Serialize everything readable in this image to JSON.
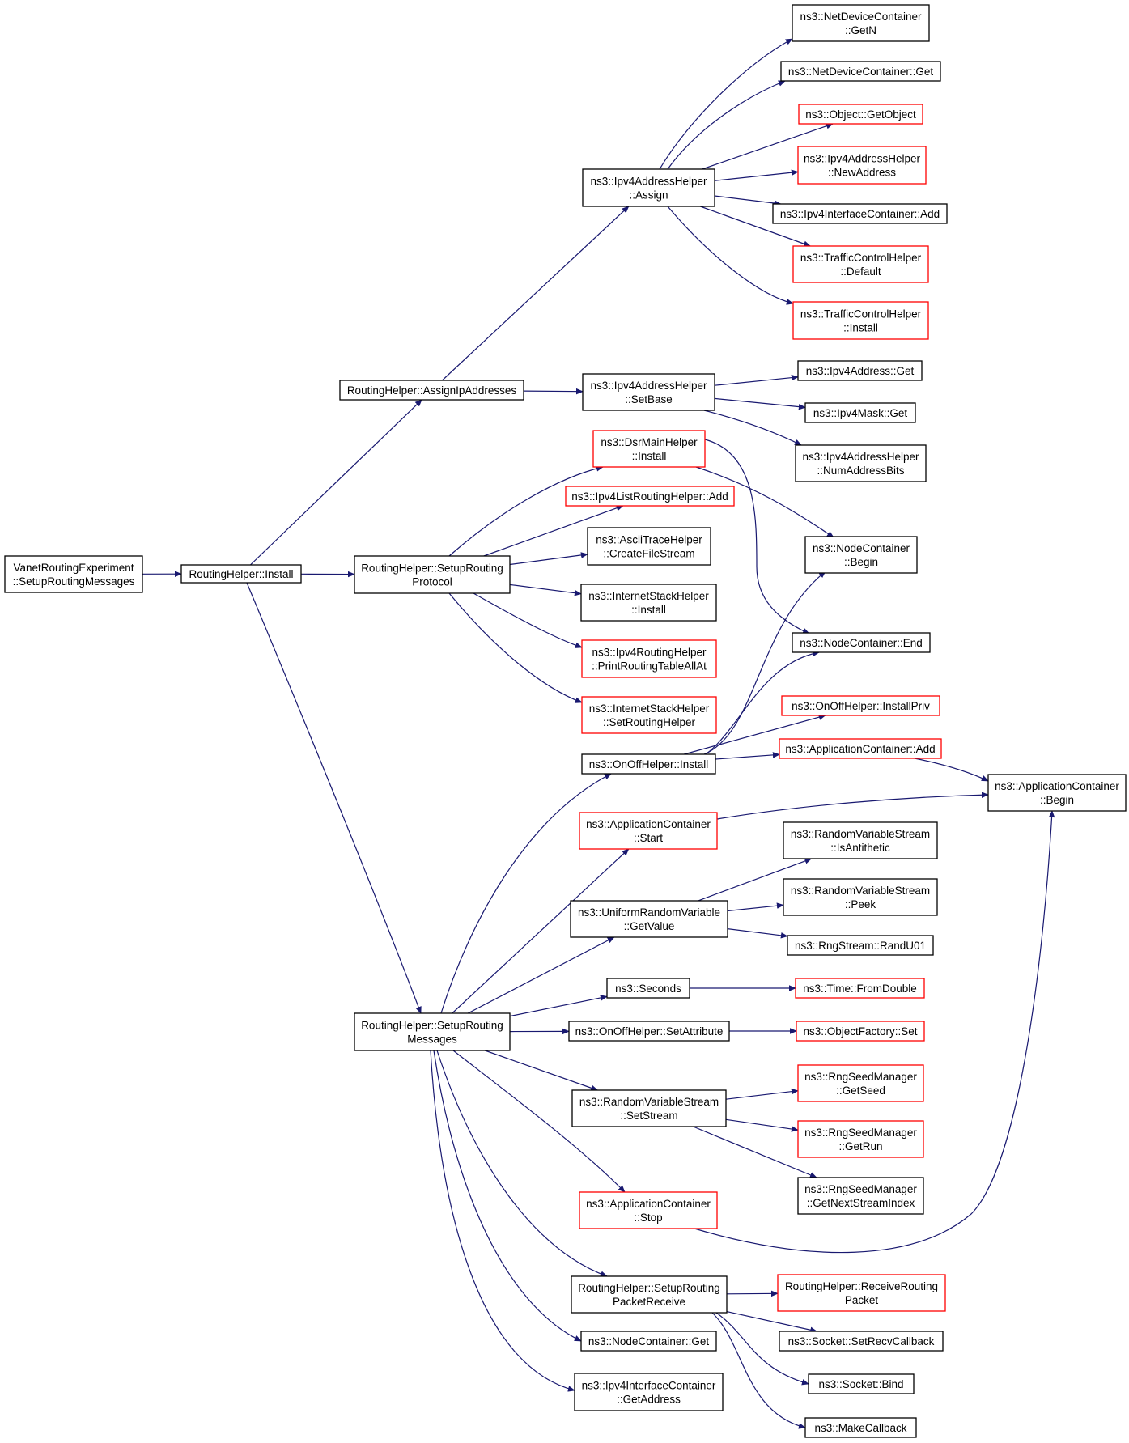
{
  "colors": {
    "edge": "#191970",
    "border_documented": "#000000",
    "border_undocumented": "#ff0000",
    "root_fill": "#bfbfbf",
    "background": "#ffffff"
  },
  "nodes": [
    {
      "id": "root",
      "lines": [
        "VanetRoutingExperiment",
        "::SetupRoutingMessages"
      ],
      "kind": "root"
    },
    {
      "id": "rh_install",
      "lines": [
        "RoutingHelper::Install"
      ],
      "kind": "documented"
    },
    {
      "id": "rh_assignip",
      "lines": [
        "RoutingHelper::AssignIpAddresses"
      ],
      "kind": "documented"
    },
    {
      "id": "rh_setup_proto",
      "lines": [
        "RoutingHelper::SetupRouting",
        "Protocol"
      ],
      "kind": "documented"
    },
    {
      "id": "rh_setup_msgs",
      "lines": [
        "RoutingHelper::SetupRouting",
        "Messages"
      ],
      "kind": "documented"
    },
    {
      "id": "ipv4ah_assign",
      "lines": [
        "ns3::Ipv4AddressHelper",
        "::Assign"
      ],
      "kind": "documented"
    },
    {
      "id": "ipv4ah_setbase",
      "lines": [
        "ns3::Ipv4AddressHelper",
        "::SetBase"
      ],
      "kind": "documented"
    },
    {
      "id": "ndc_getn",
      "lines": [
        "ns3::NetDeviceContainer",
        "::GetN"
      ],
      "kind": "documented"
    },
    {
      "id": "ndc_get",
      "lines": [
        "ns3::NetDeviceContainer::Get"
      ],
      "kind": "documented"
    },
    {
      "id": "obj_getobject",
      "lines": [
        "ns3::Object::GetObject"
      ],
      "kind": "undocumented"
    },
    {
      "id": "ipv4ah_newaddr",
      "lines": [
        "ns3::Ipv4AddressHelper",
        "::NewAddress"
      ],
      "kind": "undocumented"
    },
    {
      "id": "ipv4ic_add",
      "lines": [
        "ns3::Ipv4InterfaceContainer::Add"
      ],
      "kind": "documented"
    },
    {
      "id": "tch_default",
      "lines": [
        "ns3::TrafficControlHelper",
        "::Default"
      ],
      "kind": "undocumented"
    },
    {
      "id": "tch_install",
      "lines": [
        "ns3::TrafficControlHelper",
        "::Install"
      ],
      "kind": "undocumented"
    },
    {
      "id": "ipv4addr_get",
      "lines": [
        "ns3::Ipv4Address::Get"
      ],
      "kind": "documented"
    },
    {
      "id": "ipv4mask_get",
      "lines": [
        "ns3::Ipv4Mask::Get"
      ],
      "kind": "documented"
    },
    {
      "id": "ipv4ah_numbits",
      "lines": [
        "ns3::Ipv4AddressHelper",
        "::NumAddressBits"
      ],
      "kind": "documented"
    },
    {
      "id": "dsr_install",
      "lines": [
        "ns3::DsrMainHelper",
        "::Install"
      ],
      "kind": "undocumented"
    },
    {
      "id": "ipv4lrh_add",
      "lines": [
        "ns3::Ipv4ListRoutingHelper::Add"
      ],
      "kind": "undocumented"
    },
    {
      "id": "ascii_create",
      "lines": [
        "ns3::AsciiTraceHelper",
        "::CreateFileStream"
      ],
      "kind": "documented"
    },
    {
      "id": "ish_install",
      "lines": [
        "ns3::InternetStackHelper",
        "::Install"
      ],
      "kind": "documented"
    },
    {
      "id": "ipv4rh_print",
      "lines": [
        "ns3::Ipv4RoutingHelper",
        "::PrintRoutingTableAllAt"
      ],
      "kind": "undocumented"
    },
    {
      "id": "ish_setrh",
      "lines": [
        "ns3::InternetStackHelper",
        "::SetRoutingHelper"
      ],
      "kind": "undocumented"
    },
    {
      "id": "nc_begin",
      "lines": [
        "ns3::NodeContainer",
        "::Begin"
      ],
      "kind": "documented"
    },
    {
      "id": "nc_end",
      "lines": [
        "ns3::NodeContainer::End"
      ],
      "kind": "documented"
    },
    {
      "id": "onoff_installpriv",
      "lines": [
        "ns3::OnOffHelper::InstallPriv"
      ],
      "kind": "undocumented"
    },
    {
      "id": "onoff_install",
      "lines": [
        "ns3::OnOffHelper::Install"
      ],
      "kind": "documented"
    },
    {
      "id": "ac_add",
      "lines": [
        "ns3::ApplicationContainer::Add"
      ],
      "kind": "undocumented"
    },
    {
      "id": "ac_begin",
      "lines": [
        "ns3::ApplicationContainer",
        "::Begin"
      ],
      "kind": "documented"
    },
    {
      "id": "ac_start",
      "lines": [
        "ns3::ApplicationContainer",
        "::Start"
      ],
      "kind": "undocumented"
    },
    {
      "id": "rvs_isanti",
      "lines": [
        "ns3::RandomVariableStream",
        "::IsAntithetic"
      ],
      "kind": "documented"
    },
    {
      "id": "urv_getvalue",
      "lines": [
        "ns3::UniformRandomVariable",
        "::GetValue"
      ],
      "kind": "documented"
    },
    {
      "id": "rvs_peek",
      "lines": [
        "ns3::RandomVariableStream",
        "::Peek"
      ],
      "kind": "documented"
    },
    {
      "id": "rng_randu01",
      "lines": [
        "ns3::RngStream::RandU01"
      ],
      "kind": "documented"
    },
    {
      "id": "seconds",
      "lines": [
        "ns3::Seconds"
      ],
      "kind": "documented"
    },
    {
      "id": "time_fromdouble",
      "lines": [
        "ns3::Time::FromDouble"
      ],
      "kind": "undocumented"
    },
    {
      "id": "onoff_setattr",
      "lines": [
        "ns3::OnOffHelper::SetAttribute"
      ],
      "kind": "documented"
    },
    {
      "id": "of_set",
      "lines": [
        "ns3::ObjectFactory::Set"
      ],
      "kind": "undocumented"
    },
    {
      "id": "rvs_setstream",
      "lines": [
        "ns3::RandomVariableStream",
        "::SetStream"
      ],
      "kind": "documented"
    },
    {
      "id": "rsm_getseed",
      "lines": [
        "ns3::RngSeedManager",
        "::GetSeed"
      ],
      "kind": "undocumented"
    },
    {
      "id": "rsm_getrun",
      "lines": [
        "ns3::RngSeedManager",
        "::GetRun"
      ],
      "kind": "undocumented"
    },
    {
      "id": "rsm_nextstream",
      "lines": [
        "ns3::RngSeedManager",
        "::GetNextStreamIndex"
      ],
      "kind": "documented"
    },
    {
      "id": "ac_stop",
      "lines": [
        "ns3::ApplicationContainer",
        "::Stop"
      ],
      "kind": "undocumented"
    },
    {
      "id": "rh_setup_recv",
      "lines": [
        "RoutingHelper::SetupRouting",
        "PacketReceive"
      ],
      "kind": "documented"
    },
    {
      "id": "rh_receive",
      "lines": [
        "RoutingHelper::ReceiveRouting",
        "Packet"
      ],
      "kind": "undocumented"
    },
    {
      "id": "sock_setrecv",
      "lines": [
        "ns3::Socket::SetRecvCallback"
      ],
      "kind": "documented"
    },
    {
      "id": "sock_bind",
      "lines": [
        "ns3::Socket::Bind"
      ],
      "kind": "documented"
    },
    {
      "id": "makecallback",
      "lines": [
        "ns3::MakeCallback"
      ],
      "kind": "documented"
    },
    {
      "id": "nc_get",
      "lines": [
        "ns3::NodeContainer::Get"
      ],
      "kind": "documented"
    },
    {
      "id": "ipv4ic_getaddr",
      "lines": [
        "ns3::Ipv4InterfaceContainer",
        "::GetAddress"
      ],
      "kind": "documented"
    }
  ],
  "edges": [
    [
      "root",
      "rh_install"
    ],
    [
      "rh_install",
      "rh_assignip"
    ],
    [
      "rh_install",
      "rh_setup_proto"
    ],
    [
      "rh_install",
      "rh_setup_msgs"
    ],
    [
      "rh_assignip",
      "ipv4ah_assign"
    ],
    [
      "rh_assignip",
      "ipv4ah_setbase"
    ],
    [
      "ipv4ah_assign",
      "ndc_getn"
    ],
    [
      "ipv4ah_assign",
      "ndc_get"
    ],
    [
      "ipv4ah_assign",
      "obj_getobject"
    ],
    [
      "ipv4ah_assign",
      "ipv4ah_newaddr"
    ],
    [
      "ipv4ah_assign",
      "ipv4ic_add"
    ],
    [
      "ipv4ah_assign",
      "tch_default"
    ],
    [
      "ipv4ah_assign",
      "tch_install"
    ],
    [
      "ipv4ah_setbase",
      "ipv4addr_get"
    ],
    [
      "ipv4ah_setbase",
      "ipv4mask_get"
    ],
    [
      "ipv4ah_setbase",
      "ipv4ah_numbits"
    ],
    [
      "rh_setup_proto",
      "dsr_install"
    ],
    [
      "rh_setup_proto",
      "ipv4lrh_add"
    ],
    [
      "rh_setup_proto",
      "ascii_create"
    ],
    [
      "rh_setup_proto",
      "ish_install"
    ],
    [
      "rh_setup_proto",
      "ipv4rh_print"
    ],
    [
      "rh_setup_proto",
      "ish_setrh"
    ],
    [
      "dsr_install",
      "nc_begin"
    ],
    [
      "dsr_install",
      "nc_end"
    ],
    [
      "rh_setup_msgs",
      "onoff_install"
    ],
    [
      "rh_setup_msgs",
      "ac_start"
    ],
    [
      "rh_setup_msgs",
      "urv_getvalue"
    ],
    [
      "rh_setup_msgs",
      "seconds"
    ],
    [
      "rh_setup_msgs",
      "onoff_setattr"
    ],
    [
      "rh_setup_msgs",
      "rvs_setstream"
    ],
    [
      "rh_setup_msgs",
      "ac_stop"
    ],
    [
      "rh_setup_msgs",
      "rh_setup_recv"
    ],
    [
      "rh_setup_msgs",
      "nc_get"
    ],
    [
      "rh_setup_msgs",
      "ipv4ic_getaddr"
    ],
    [
      "onoff_install",
      "nc_begin"
    ],
    [
      "onoff_install",
      "nc_end"
    ],
    [
      "onoff_install",
      "onoff_installpriv"
    ],
    [
      "onoff_install",
      "ac_add"
    ],
    [
      "ac_add",
      "ac_begin"
    ],
    [
      "ac_start",
      "ac_begin"
    ],
    [
      "ac_stop",
      "ac_begin"
    ],
    [
      "urv_getvalue",
      "rvs_isanti"
    ],
    [
      "urv_getvalue",
      "rvs_peek"
    ],
    [
      "urv_getvalue",
      "rng_randu01"
    ],
    [
      "seconds",
      "time_fromdouble"
    ],
    [
      "onoff_setattr",
      "of_set"
    ],
    [
      "rvs_setstream",
      "rsm_getseed"
    ],
    [
      "rvs_setstream",
      "rsm_getrun"
    ],
    [
      "rvs_setstream",
      "rsm_nextstream"
    ],
    [
      "rh_setup_recv",
      "rh_receive"
    ],
    [
      "rh_setup_recv",
      "sock_setrecv"
    ],
    [
      "rh_setup_recv",
      "sock_bind"
    ],
    [
      "rh_setup_recv",
      "makecallback"
    ]
  ]
}
